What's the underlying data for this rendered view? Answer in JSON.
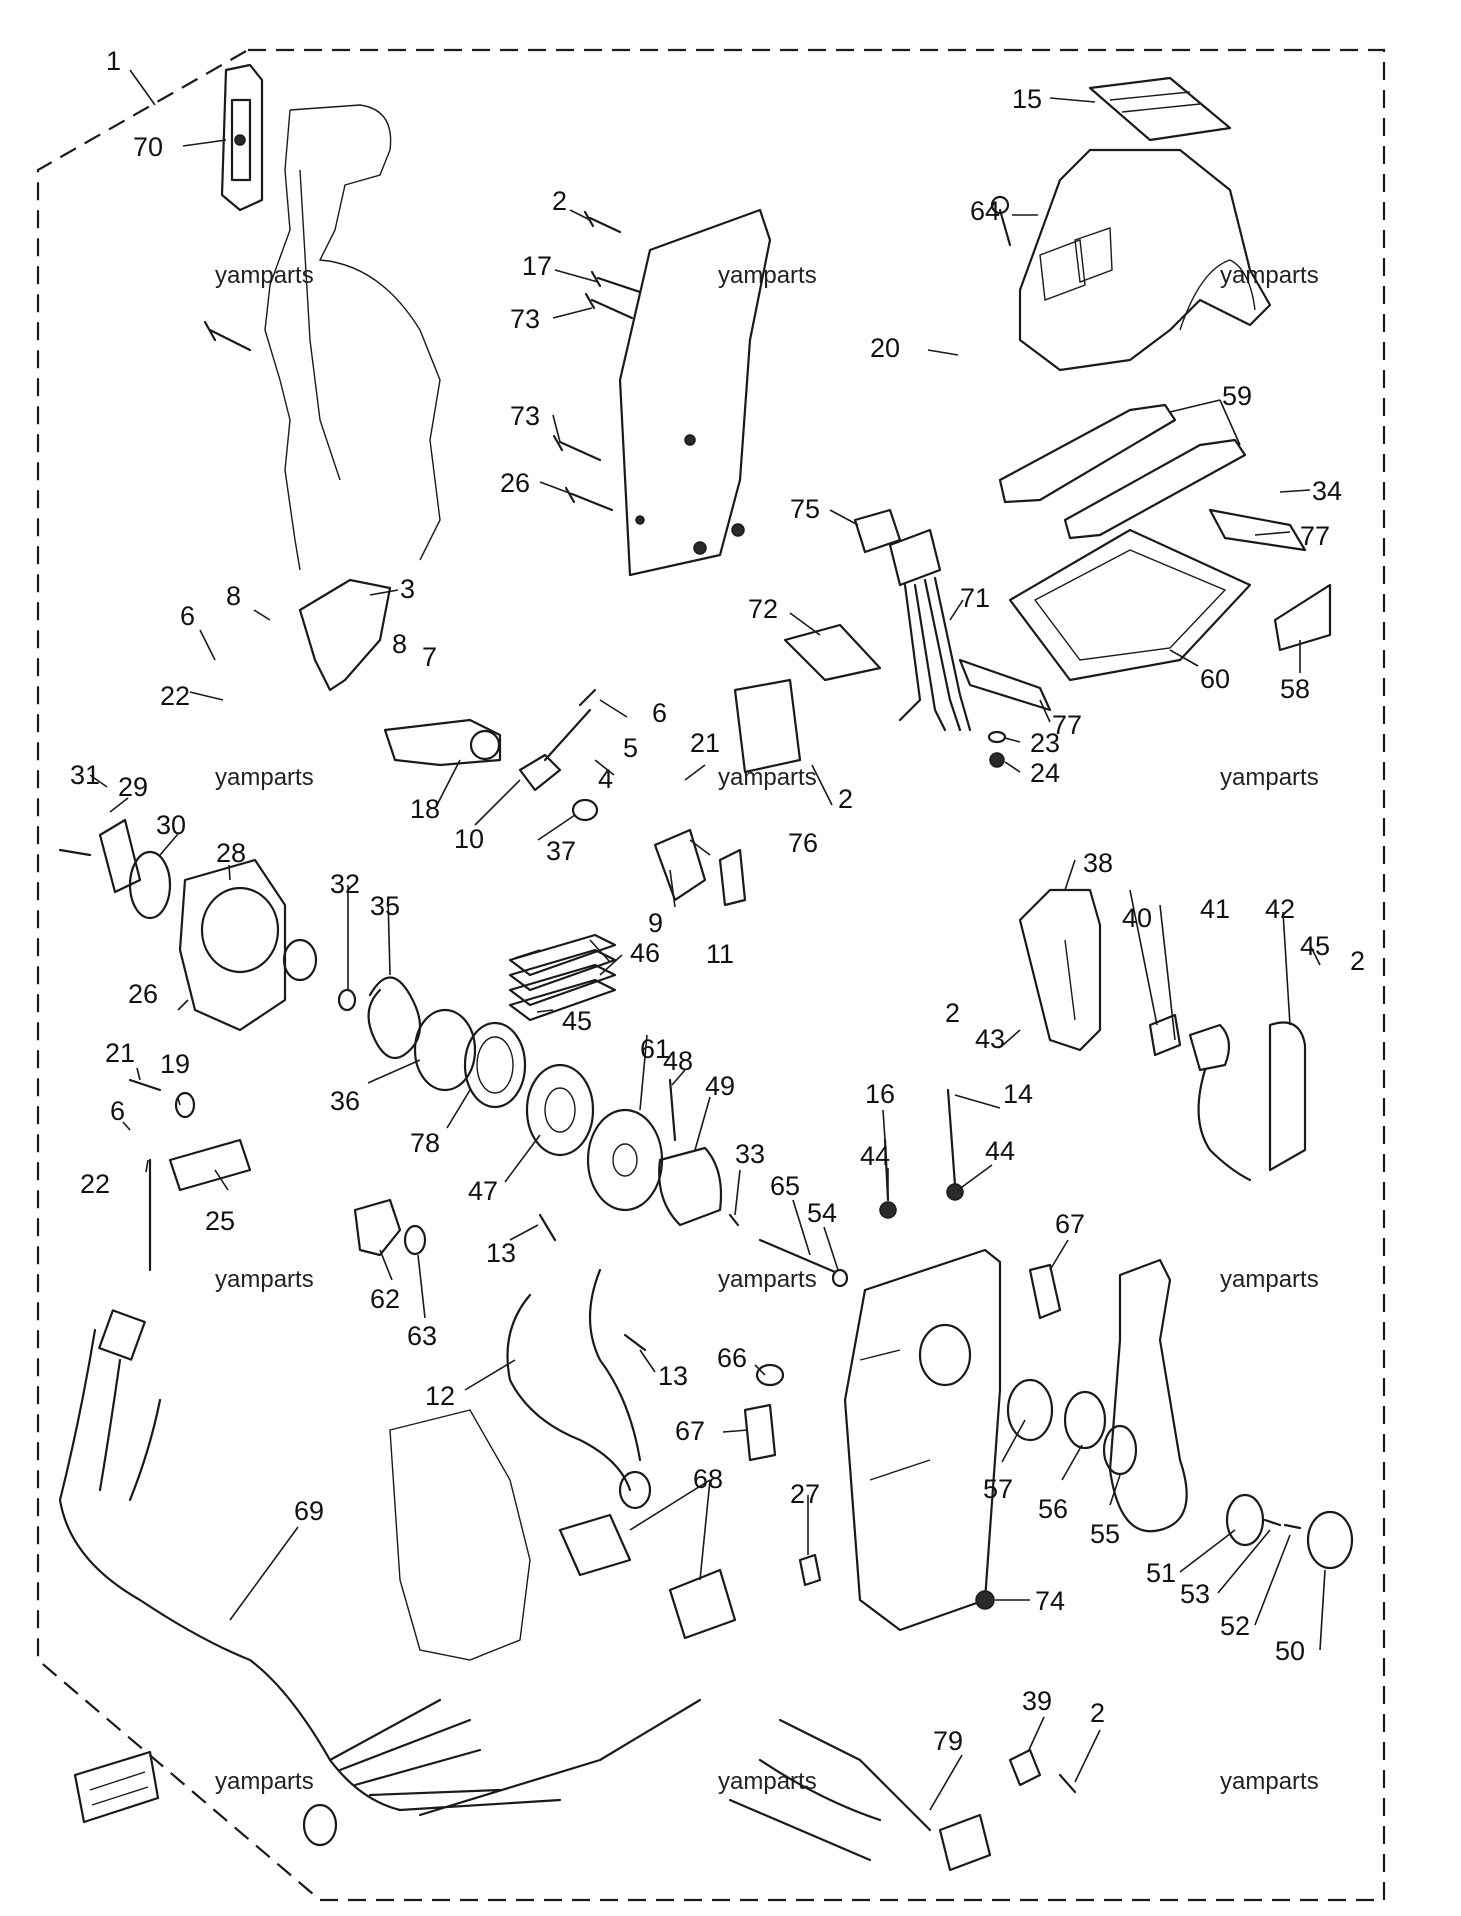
{
  "diagram": {
    "callouts": [
      {
        "id": "c1",
        "text": "1"
      },
      {
        "id": "c70",
        "text": "70"
      },
      {
        "id": "c15",
        "text": "15"
      },
      {
        "id": "c64",
        "text": "64"
      },
      {
        "id": "c2a",
        "text": "2"
      },
      {
        "id": "c17",
        "text": "17"
      },
      {
        "id": "c73a",
        "text": "73"
      },
      {
        "id": "c20",
        "text": "20"
      },
      {
        "id": "c59",
        "text": "59"
      },
      {
        "id": "c73b",
        "text": "73"
      },
      {
        "id": "c26a",
        "text": "26"
      },
      {
        "id": "c75",
        "text": "75"
      },
      {
        "id": "c34",
        "text": "34"
      },
      {
        "id": "c77a",
        "text": "77"
      },
      {
        "id": "c3",
        "text": "3"
      },
      {
        "id": "c8a",
        "text": "8"
      },
      {
        "id": "c71",
        "text": "71"
      },
      {
        "id": "c72",
        "text": "72"
      },
      {
        "id": "c60",
        "text": "60"
      },
      {
        "id": "c58",
        "text": "58"
      },
      {
        "id": "c6a",
        "text": "6"
      },
      {
        "id": "c8b",
        "text": "8"
      },
      {
        "id": "c7",
        "text": "7"
      },
      {
        "id": "c22a",
        "text": "22"
      },
      {
        "id": "c6b",
        "text": "6"
      },
      {
        "id": "c5",
        "text": "5"
      },
      {
        "id": "c77b",
        "text": "77"
      },
      {
        "id": "c23",
        "text": "23"
      },
      {
        "id": "c21a",
        "text": "21"
      },
      {
        "id": "c24",
        "text": "24"
      },
      {
        "id": "c31",
        "text": "31"
      },
      {
        "id": "c29",
        "text": "29"
      },
      {
        "id": "c4",
        "text": "4"
      },
      {
        "id": "c2b",
        "text": "2"
      },
      {
        "id": "c18",
        "text": "18"
      },
      {
        "id": "c30",
        "text": "30"
      },
      {
        "id": "c10",
        "text": "10"
      },
      {
        "id": "c37",
        "text": "37"
      },
      {
        "id": "c76",
        "text": "76"
      },
      {
        "id": "c28",
        "text": "28"
      },
      {
        "id": "c32",
        "text": "32"
      },
      {
        "id": "c35",
        "text": "35"
      },
      {
        "id": "c38",
        "text": "38"
      },
      {
        "id": "c9",
        "text": "9"
      },
      {
        "id": "c46",
        "text": "46"
      },
      {
        "id": "c11",
        "text": "11"
      },
      {
        "id": "c40",
        "text": "40"
      },
      {
        "id": "c41",
        "text": "41"
      },
      {
        "id": "c42",
        "text": "42"
      },
      {
        "id": "c45a",
        "text": "45"
      },
      {
        "id": "c2c",
        "text": "2"
      },
      {
        "id": "c26b",
        "text": "26"
      },
      {
        "id": "c2d",
        "text": "2"
      },
      {
        "id": "c43",
        "text": "43"
      },
      {
        "id": "c45b",
        "text": "45"
      },
      {
        "id": "c21b",
        "text": "21"
      },
      {
        "id": "c19",
        "text": "19"
      },
      {
        "id": "c61",
        "text": "61"
      },
      {
        "id": "c48",
        "text": "48"
      },
      {
        "id": "c49",
        "text": "49"
      },
      {
        "id": "c36",
        "text": "36"
      },
      {
        "id": "c16",
        "text": "16"
      },
      {
        "id": "c14",
        "text": "14"
      },
      {
        "id": "c78",
        "text": "78"
      },
      {
        "id": "c6c",
        "text": "6"
      },
      {
        "id": "c33",
        "text": "33"
      },
      {
        "id": "c44a",
        "text": "44"
      },
      {
        "id": "c44b",
        "text": "44"
      },
      {
        "id": "c22b",
        "text": "22"
      },
      {
        "id": "c47",
        "text": "47"
      },
      {
        "id": "c65",
        "text": "65"
      },
      {
        "id": "c25",
        "text": "25"
      },
      {
        "id": "c54",
        "text": "54"
      },
      {
        "id": "c67a",
        "text": "67"
      },
      {
        "id": "c13a",
        "text": "13"
      },
      {
        "id": "c62",
        "text": "62"
      },
      {
        "id": "c63",
        "text": "63"
      },
      {
        "id": "c66",
        "text": "66"
      },
      {
        "id": "c13b",
        "text": "13"
      },
      {
        "id": "c12",
        "text": "12"
      },
      {
        "id": "c67b",
        "text": "67"
      },
      {
        "id": "c57",
        "text": "57"
      },
      {
        "id": "c68",
        "text": "68"
      },
      {
        "id": "c27",
        "text": "27"
      },
      {
        "id": "c56",
        "text": "56"
      },
      {
        "id": "c55",
        "text": "55"
      },
      {
        "id": "c69",
        "text": "69"
      },
      {
        "id": "c51",
        "text": "51"
      },
      {
        "id": "c53",
        "text": "53"
      },
      {
        "id": "c74",
        "text": "74"
      },
      {
        "id": "c52",
        "text": "52"
      },
      {
        "id": "c50",
        "text": "50"
      },
      {
        "id": "c39",
        "text": "39"
      },
      {
        "id": "c2e",
        "text": "2"
      },
      {
        "id": "c79",
        "text": "79"
      }
    ],
    "watermark": "yamparts"
  }
}
